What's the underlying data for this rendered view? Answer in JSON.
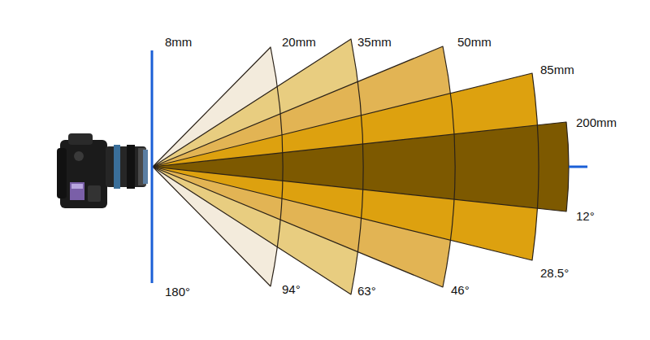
{
  "diagram": {
    "labels": [
      "8mm",
      "20mm",
      "35mm",
      "50mm",
      "85mm",
      "200mm",
      "180°",
      "94°",
      "63°",
      "46°",
      "28.5°",
      "12°"
    ]
  }
}
